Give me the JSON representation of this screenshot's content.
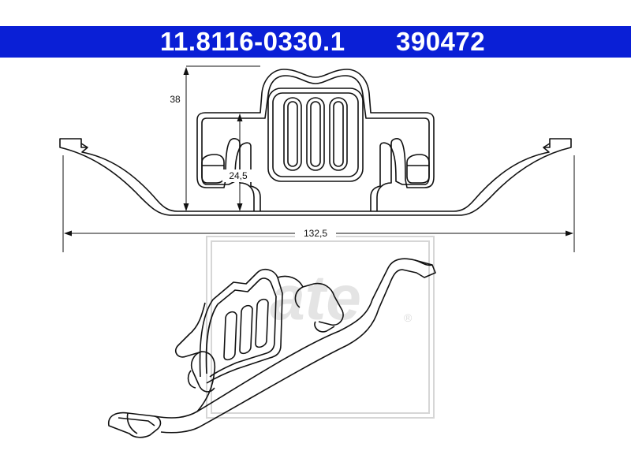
{
  "header": {
    "part_number": "11.8116-0330.1",
    "article_number": "390472",
    "background_color": "#0a1fd6",
    "text_color": "#ffffff"
  },
  "dimensions": {
    "total_height": "38",
    "inner_height": "24,5",
    "total_width": "132,5"
  },
  "watermark": {
    "logo_text": "ate",
    "registered_mark": "®"
  }
}
